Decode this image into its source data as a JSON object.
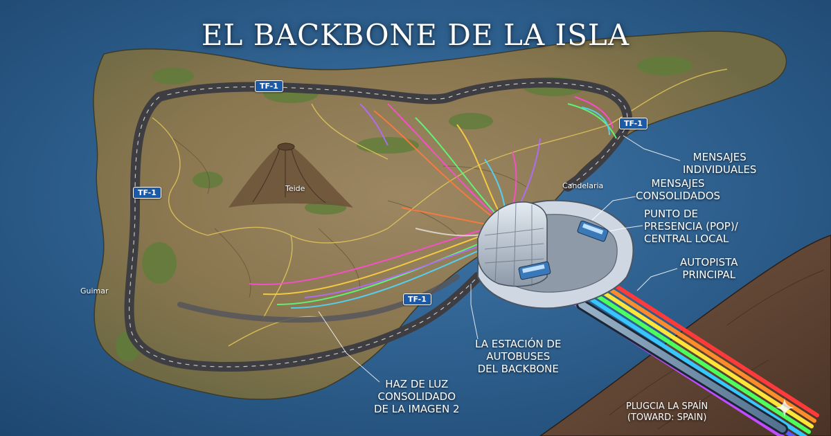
{
  "title": "EL BACKBONE DE LA ISLA",
  "places": {
    "teide": "Teide",
    "candelaria": "Candelaria",
    "guimar": "Guimar"
  },
  "road_signs": {
    "sign_north": "TF-1",
    "sign_east": "TF-1",
    "sign_west": "TF-1",
    "sign_south": "TF-1"
  },
  "callouts": {
    "mensajes_individuales": [
      "MENSAJES",
      "INDIVIDUALES"
    ],
    "mensajes_consolidados": [
      "MENSAJES",
      "CONSOLIDADOS"
    ],
    "punto_presencia": [
      "PUNTO DE",
      "PRESENCIA (POP)/",
      "CENTRAL LOCAL"
    ],
    "autopista_principal": [
      "AUTOPISTA",
      "PRINCIPAL"
    ],
    "estacion_autobuses": [
      "LA ESTACIÓN DE",
      "AUTOBUSES",
      "DEL BACKBONE"
    ],
    "haz_de_luz": [
      "HAZ DE LUZ",
      "CONSOLIDADO",
      "DE LA IMAGEN 2"
    ],
    "plugcia": [
      "PLUGCIA LA SPAÍN",
      "(TOWARD: SPAIN)"
    ]
  },
  "colors": {
    "ocean": "#2e5f8f",
    "land": "#8d7a52",
    "vegetation": "#5f7d3a",
    "road": "#4d4d52",
    "callout_text": "#ffffff",
    "sign_blue": "#1d5aa6"
  },
  "icons": {
    "sparkle": "four-point-star-icon",
    "bus": "bus-icon"
  }
}
